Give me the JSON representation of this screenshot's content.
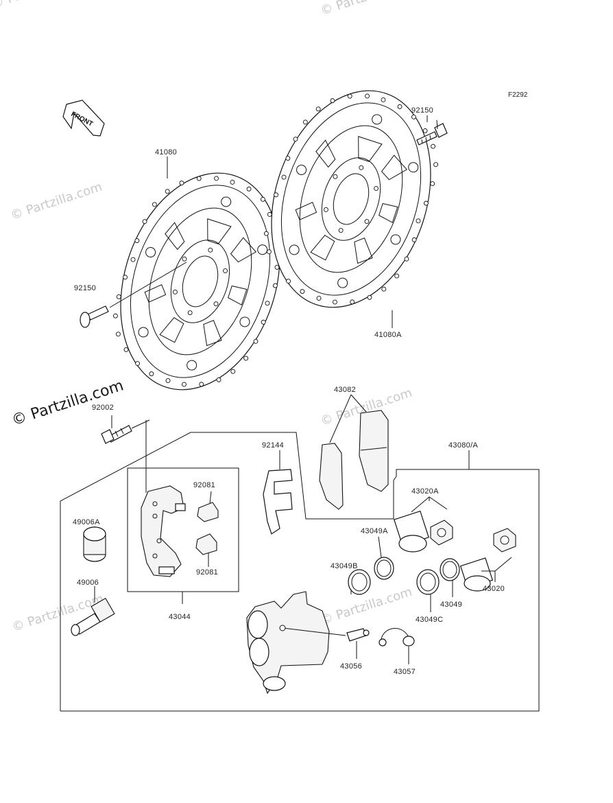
{
  "diagram": {
    "code": "F2292",
    "front_label": "FRONT",
    "watermark": "© Partzilla.com",
    "labels": {
      "p41080": "41080",
      "p41080a": "41080A",
      "p92150_top": "92150",
      "p92150_left": "92150",
      "p92002": "92002",
      "p92144": "92144",
      "p43082": "43082",
      "p43080a": "43080/A",
      "p43020a": "43020A",
      "p43049a": "43049A",
      "p43049b": "43049B",
      "p43020": "43020",
      "p43049": "43049",
      "p43049c": "43049C",
      "p92081_top": "92081",
      "p92081_bot": "92081",
      "p49006a": "49006A",
      "p49006": "49006",
      "p43044": "43044",
      "p43056": "43056",
      "p43057": "43057"
    }
  }
}
